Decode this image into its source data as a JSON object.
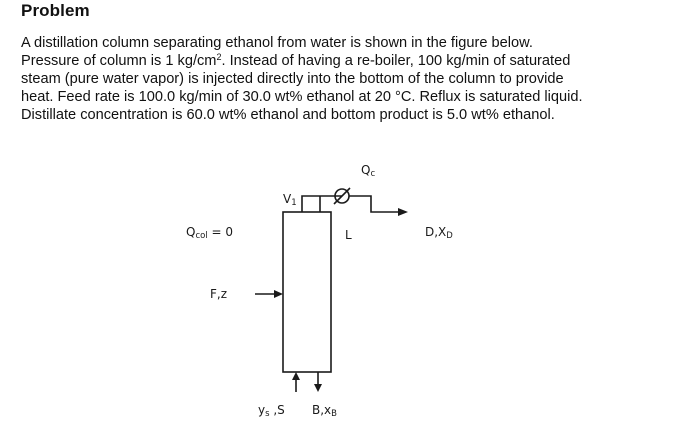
{
  "problem": {
    "heading": "Problem",
    "lines": [
      "A distillation column separating ethanol from water is shown in the figure below.",
      "Pressure of column is 1 kg/cm",
      "steam (pure water vapor) is injected directly into the bottom of the column to provide",
      "heat. Feed rate is 100.0 kg/min of 30.0 wt% ethanol at 20 °C. Reflux is saturated liquid.",
      "Distillate concentration is 60.0 wt% ethanol and bottom product is 5.0 wt% ethanol."
    ],
    "line2_sup": "2",
    "line2_rest": ". Instead of having a re-boiler, 100 kg/min of saturated"
  },
  "figure": {
    "qc": {
      "main": "Q",
      "sub": "c"
    },
    "v1": {
      "main": "V",
      "sub": "1"
    },
    "qcol": {
      "main": "Q",
      "sub": "col",
      "rest": " = 0"
    },
    "reflux": "L",
    "distillate": {
      "main": "D,X",
      "sub": "D"
    },
    "feed": "F,z",
    "steam": {
      "main": "y",
      "sub": "s",
      "rest": " ,S"
    },
    "bottoms": {
      "main": "B,x",
      "sub": "B"
    }
  }
}
